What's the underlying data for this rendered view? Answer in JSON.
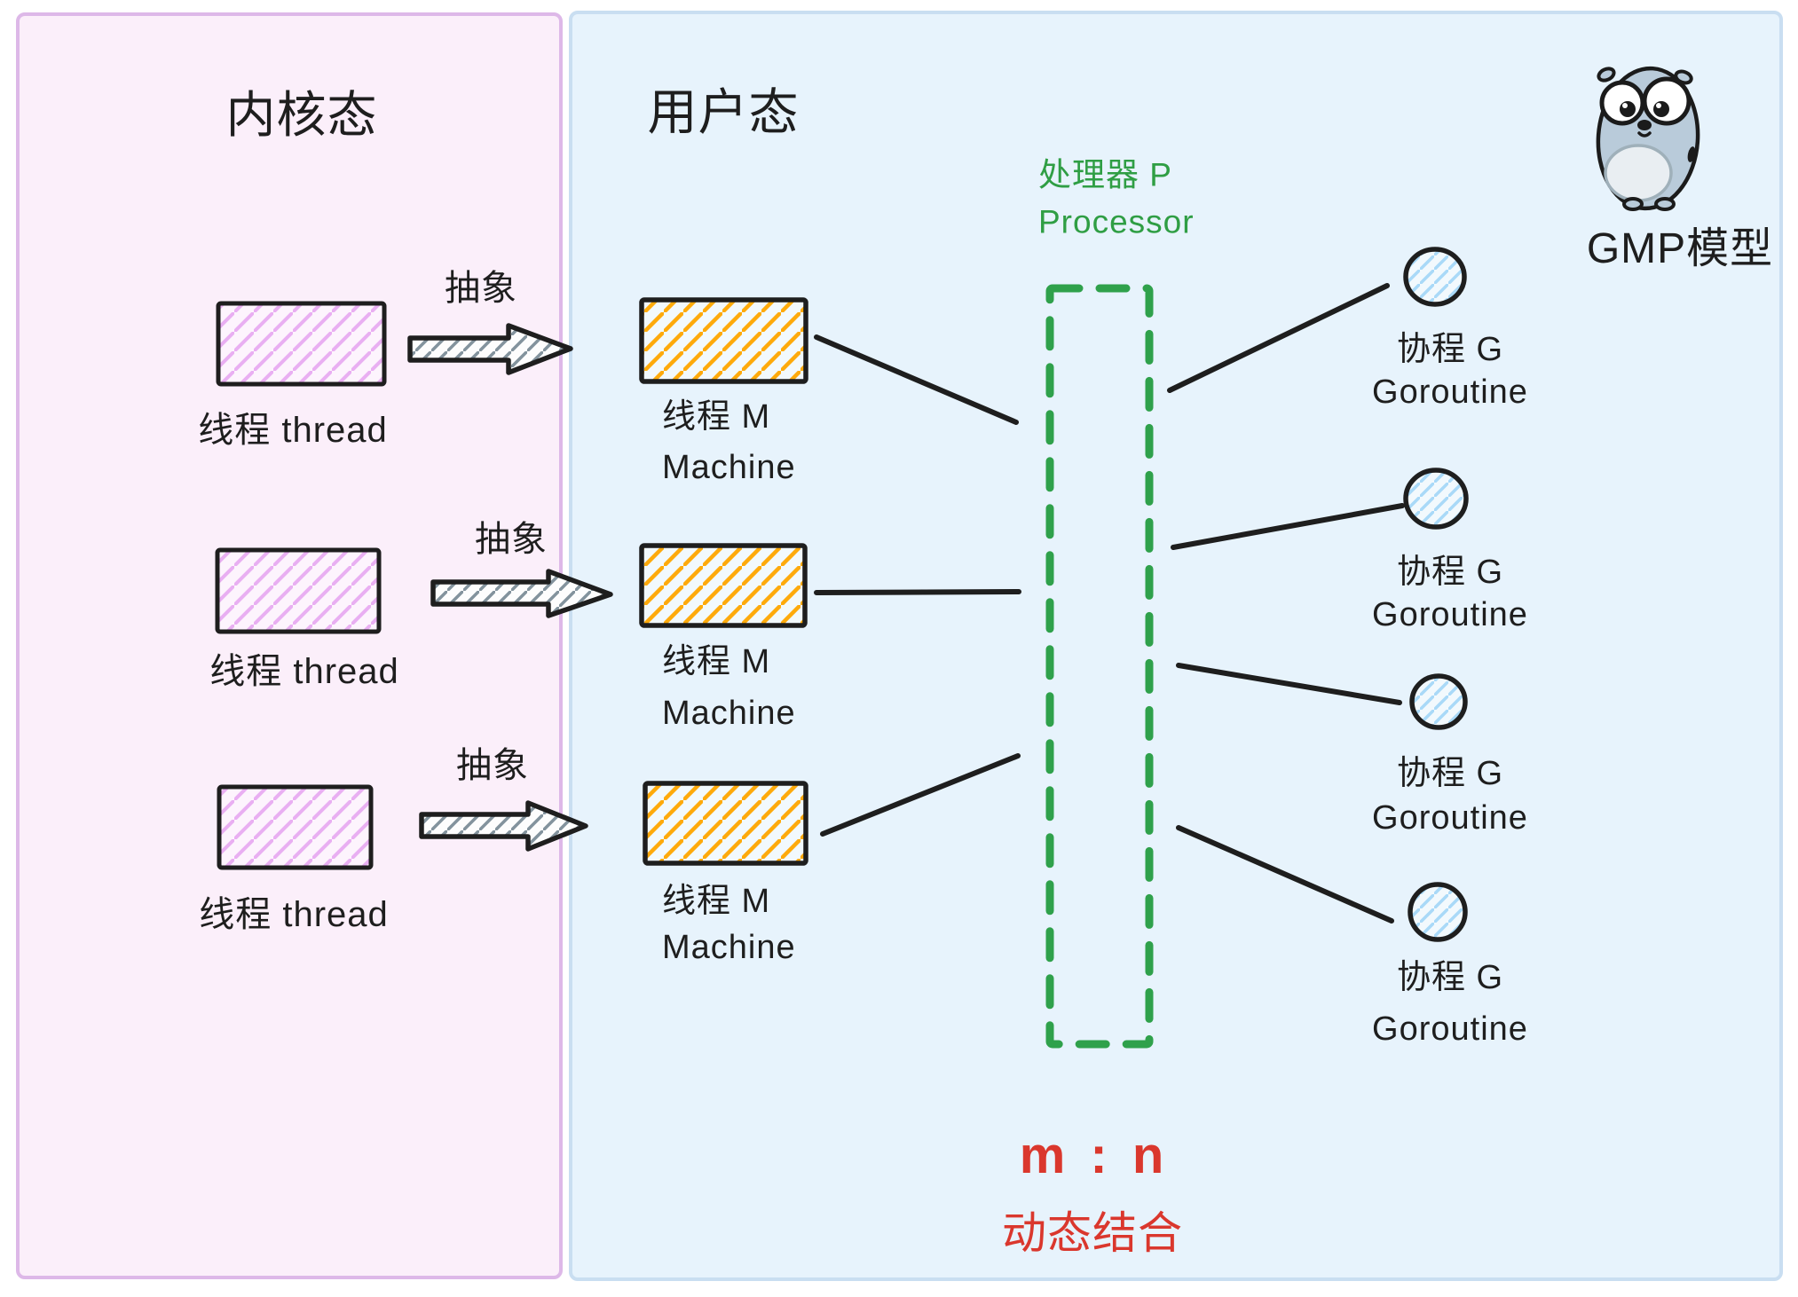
{
  "kernel_panel": {
    "title": "内核态",
    "threads": [
      {
        "label": "线程 thread"
      },
      {
        "label": "线程 thread"
      },
      {
        "label": "线程 thread"
      }
    ],
    "arrow_labels": [
      "抽象",
      "抽象",
      "抽象"
    ]
  },
  "user_panel": {
    "title": "用户态",
    "machines": [
      {
        "name": "线程 M",
        "subtitle": "Machine"
      },
      {
        "name": "线程 M",
        "subtitle": "Machine"
      },
      {
        "name": "线程 M",
        "subtitle": "Machine"
      }
    ],
    "processor": {
      "name": "处理器 P",
      "subtitle": "Processor"
    },
    "goroutines": [
      {
        "name": "协程 G",
        "subtitle": "Goroutine"
      },
      {
        "name": "协程 G",
        "subtitle": "Goroutine"
      },
      {
        "name": "协程 G",
        "subtitle": "Goroutine"
      },
      {
        "name": "协程 G",
        "subtitle": "Goroutine"
      }
    ],
    "mascot_label": "GMP模型",
    "ratio": "m : n",
    "ratio_caption": "动态结合"
  },
  "colors": {
    "kernel_panel_bg": "#fbeffa",
    "kernel_panel_border": "#ddb8e8",
    "user_panel_bg": "#e7f3fc",
    "user_panel_border": "#c9def1",
    "thread_hatch": "#e9aff2",
    "machine_hatch": "#feaa0b",
    "goroutine_hatch": "#a9d9f8",
    "arrow_hatch": "#83939d",
    "processor_green": "#2f9e44",
    "ratio_red": "#da372d",
    "ink": "#1e1e1e"
  }
}
